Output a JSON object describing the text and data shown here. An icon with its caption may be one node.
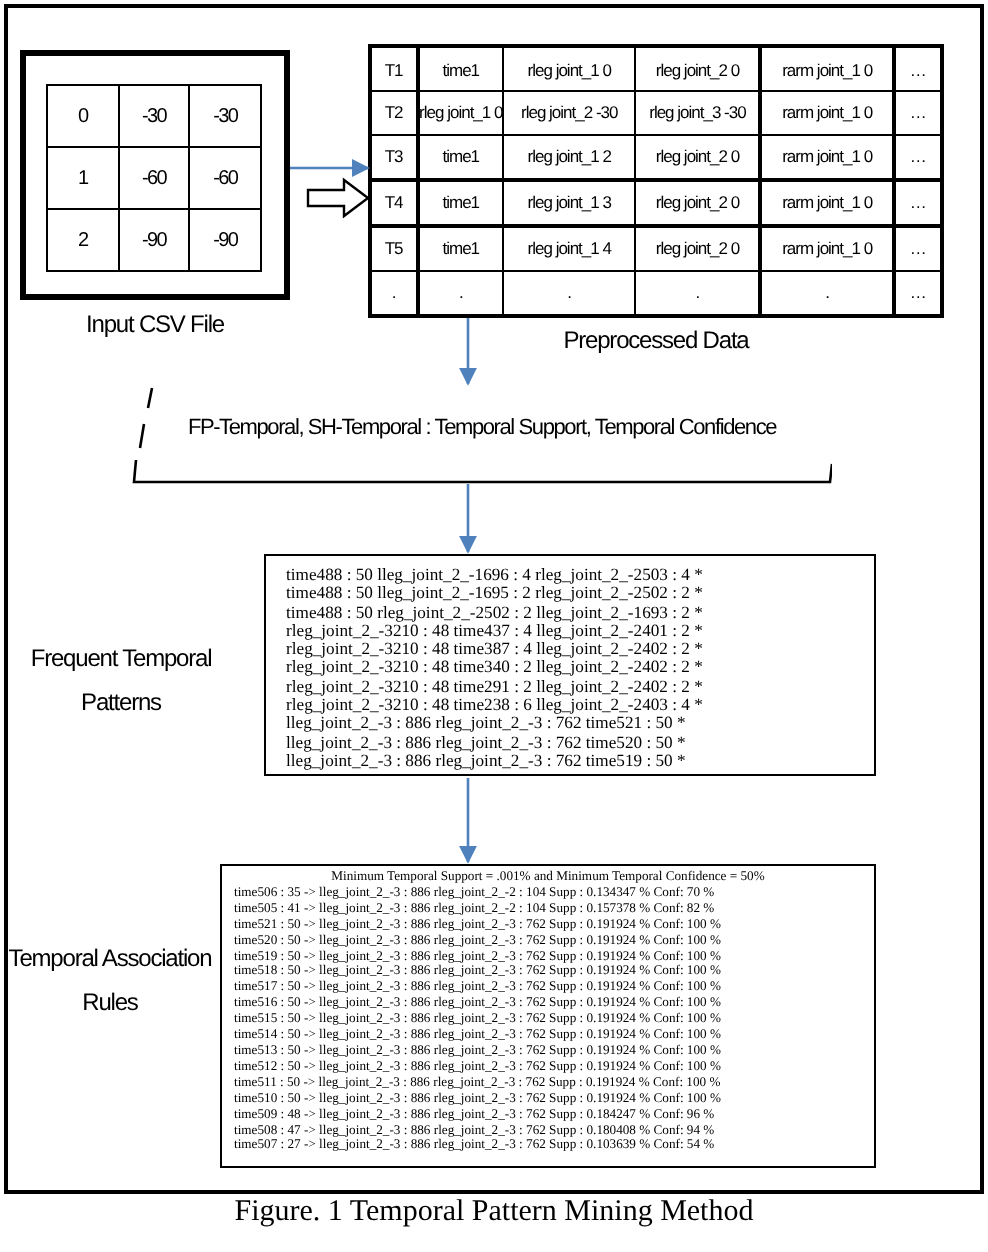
{
  "diagram": {
    "caption": "Figure. 1 Temporal Pattern Mining Method",
    "nodes": [
      {
        "text": [
          "Input CSV File"
        ]
      },
      {
        "text": [
          "Preprocessed Data"
        ]
      },
      {
        "text": [
          "FP-Temporal, SH-Temporal : Temporal Support, Temporal Confidence"
        ]
      },
      {
        "text": [
          "time488 : 50 lleg_joint_2_-1696 : 4 rleg_joint_2_-2503 : 4 *",
          "time488 : 50 lleg_joint_2_-1695 : 2 rleg_joint_2_-2502 : 2 *",
          "time488 : 50 rleg_joint_2_-2502 : 2 lleg_joint_2_-1693 : 2 *",
          "rleg_joint_2_-3210 : 48 time437 : 4 lleg_joint_2_-2401 : 2 *",
          "rleg_joint_2_-3210 : 48 time387 : 4 lleg_joint_2_-2402 : 2 *",
          "rleg_joint_2_-3210 : 48 time340 : 2 lleg_joint_2_-2402 : 2 *",
          "rleg_joint_2_-3210 : 48 time291 : 2 lleg_joint_2_-2402 : 2 *",
          "rleg_joint_2_-3210 : 48 time238 : 6 lleg_joint_2_-2403 : 4 *",
          "lleg_joint_2_-3 : 886 rleg_joint_2_-3 : 762 time521 : 50 *",
          "lleg_joint_2_-3 : 886 rleg_joint_2_-3 : 762 time520 : 50 *",
          "lleg_joint_2_-3 : 886 rleg_joint_2_-3 : 762 time519 : 50 *"
        ],
        "beside": [
          "Frequent Temporal Patterns"
        ]
      },
      {
        "text": [
          "Minimum Temporal Support = .001% and Minimum Temporal Confidence = 50%",
          "time506 : 35 -> lleg_joint_2_-3 : 886 rleg_joint_2_-2 : 104 Supp : 0.134347 % Conf: 70 %",
          "time505 : 41 -> lleg_joint_2_-3 : 886 rleg_joint_2_-2 : 104 Supp : 0.157378 % Conf: 82 %",
          "time521 : 50 -> lleg_joint_2_-3 : 886 rleg_joint_2_-3 : 762 Supp : 0.191924 % Conf: 100 %",
          "time520 : 50 -> lleg_joint_2_-3 : 886 rleg_joint_2_-3 : 762 Supp : 0.191924 % Conf: 100 %",
          "time519 : 50 -> lleg_joint_2_-3 : 886 rleg_joint_2_-3 : 762 Supp : 0.191924 % Conf: 100 %",
          "time518 : 50 -> lleg_joint_2_-3 : 886 rleg_joint_2_-3 : 762 Supp : 0.191924 % Conf: 100 %",
          "time517 : 50 -> lleg_joint_2_-3 : 886 rleg_joint_2_-3 : 762 Supp : 0.191924 % Conf: 100 %",
          "time516 : 50 -> lleg_joint_2_-3 : 886 rleg_joint_2_-3 : 762 Supp : 0.191924 % Conf: 100 %",
          "time515 : 50 -> lleg_joint_2_-3 : 886 rleg_joint_2_-3 : 762 Supp : 0.191924 % Conf: 100 %",
          "time514 : 50 -> lleg_joint_2_-3 : 886 rleg_joint_2_-3 : 762 Supp : 0.191924 % Conf: 100 %",
          "time513 : 50 -> lleg_joint_2_-3 : 886 rleg_joint_2_-3 : 762 Supp : 0.191924 % Conf: 100 %",
          "time512 : 50 -> lleg_joint_2_-3 : 886 rleg_joint_2_-3 : 762 Supp : 0.191924 % Conf: 100 %",
          "time511 : 50 -> lleg_joint_2_-3 : 886 rleg_joint_2_-3 : 762 Supp : 0.191924 % Conf: 100 %",
          "time510 : 50 -> lleg_joint_2_-3 : 886 rleg_joint_2_-3 : 762 Supp : 0.191924 % Conf: 100 %",
          "time509 : 48 -> lleg_joint_2_-3 : 886 rleg_joint_2_-3 : 762 Supp : 0.184247 % Conf: 96 %",
          "time508 : 47 -> lleg_joint_2_-3 : 886 rleg_joint_2_-3 : 762 Supp : 0.180408 % Conf: 94 %",
          "time507 : 27 -> lleg_joint_2_-3 : 886 rleg_joint_2_-3 : 762 Supp : 0.103639 % Conf: 54 %"
        ],
        "beside": [
          "Temporal Association Rules"
        ]
      }
    ],
    "edges": [
      {
        "from": 0,
        "to": 1,
        "arrow": "to"
      },
      {
        "from": 0,
        "to": 1,
        "arrow": "to",
        "style": "thick",
        "color": "#000000"
      },
      {
        "from": 1,
        "to": 2,
        "arrow": "to"
      },
      {
        "from": 2,
        "to": 3,
        "arrow": "to"
      },
      {
        "from": 3,
        "to": 4,
        "arrow": "to"
      }
    ],
    "labels": [
      "0",
      "-30",
      "-30",
      "1",
      "-60",
      "-60",
      "2",
      "-90",
      "-90",
      "T1",
      "time1",
      "rleg joint_1 0",
      "rleg joint_2 0",
      "rarm joint_1 0",
      "…",
      "T2",
      "rleg joint_1 0",
      "rleg joint_2 -30",
      "rleg joint_3 -30",
      "rarm joint_1 0",
      "…",
      "T3",
      "time1",
      "rleg joint_1 2",
      "rleg joint_2 0",
      "rarm joint_1 0",
      "…",
      "T4",
      "time1",
      "rleg joint_1 3",
      "rleg joint_2 0",
      "rarm joint_1 0",
      "…",
      "T5",
      "time1",
      "rleg joint_1 4",
      "rleg joint_2 0",
      "rarm joint_1 0",
      "…",
      ".",
      ".",
      ".",
      ".",
      ".",
      "…"
    ]
  }
}
